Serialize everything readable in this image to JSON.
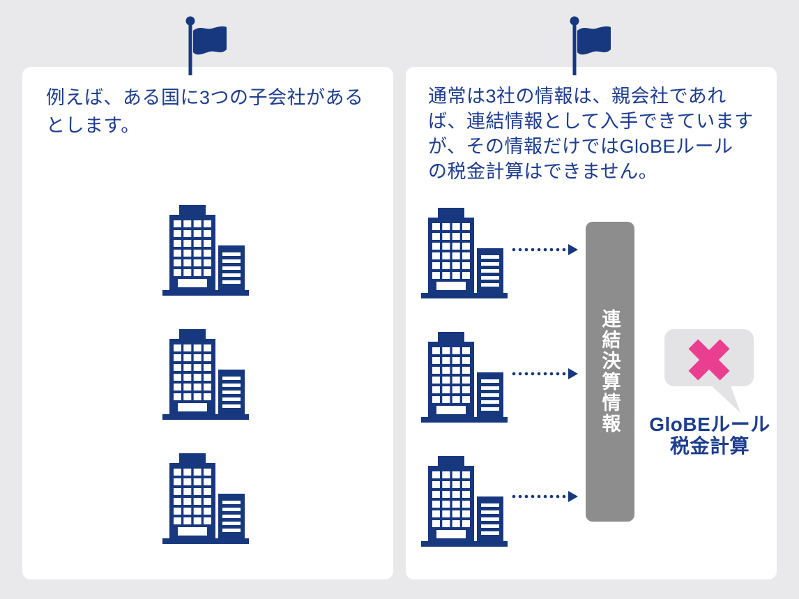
{
  "colors": {
    "background": "#e9e9eb",
    "card_background": "#ffffff",
    "navy": "#17387f",
    "text_navy": "#1d3d8f",
    "pink_cross": "#ea3f90",
    "bar_gray": "#8d8d8d",
    "bubble_gray": "#e3e3e5"
  },
  "left_panel": {
    "flag_icon": "flag-icon",
    "text": "例えば、ある国に3つの子会社がある\nとします。",
    "building_icon": "office-building-icon",
    "building_count": 3
  },
  "right_panel": {
    "flag_icon": "flag-icon",
    "text": "通常は3社の情報は、親会社であれ\nば、連結情報として入手できています\nが、その情報だけではGloBEルール\nの税金計算はできません。",
    "building_icon": "office-building-icon",
    "building_count": 3,
    "arrow_icon": "dotted-arrow-icon",
    "consolidated_bar_label": "連結決算情報",
    "cross_icon": "cross-icon",
    "result_label": "GloBEルール\n税金計算"
  }
}
